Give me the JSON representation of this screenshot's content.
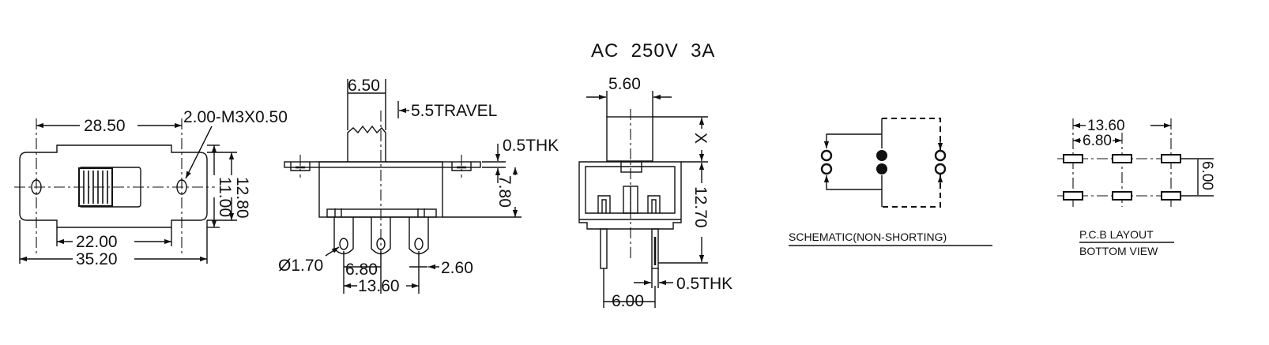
{
  "title": "AC  250V  3A",
  "top_view": {
    "dim_28_50": "28.50",
    "dim_hole": "2.00-M3X0.50",
    "dim_11_00": "11.00",
    "dim_12_80": "12.80",
    "dim_22_00": "22.00",
    "dim_35_20": "35.20"
  },
  "side_view": {
    "dim_6_50": "6.50",
    "travel": "5.5TRAVEL",
    "dim_0_5thk": "0.5THK",
    "dim_7_80": "7.80",
    "dim_pin_dia": "Ø1.70",
    "dim_6_80": "6.80",
    "dim_2_60": "2.60",
    "dim_13_60": "13.60"
  },
  "end_view": {
    "dim_5_60": "5.60",
    "dim_x": "X",
    "dim_12_70": "12.70",
    "dim_0_5thk": "0.5THK",
    "dim_6_00": "6.00"
  },
  "schematic": {
    "caption": "SCHEMATIC(NON-SHORTING)"
  },
  "pcb": {
    "dim_13_60": "13.60",
    "dim_6_80": "6.80",
    "dim_6_00": "6.00",
    "caption_line1": "P.C.B LAYOUT",
    "caption_line2": "BOTTOM VIEW"
  }
}
